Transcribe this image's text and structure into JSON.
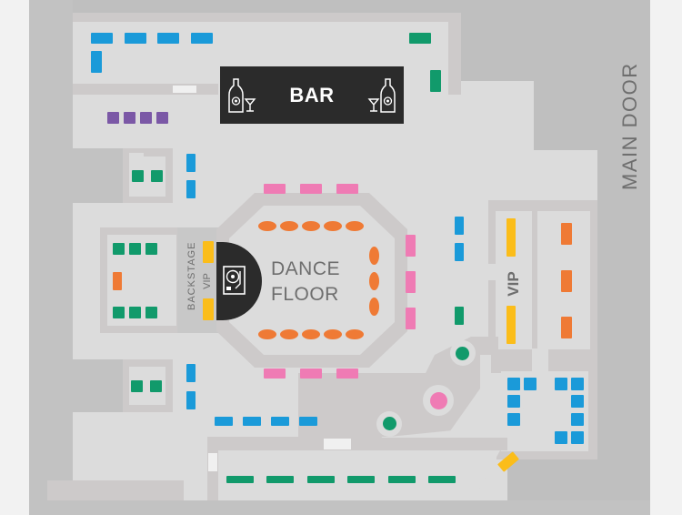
{
  "map": {
    "labels": {
      "bar": "BAR",
      "dance_floor_line1": "DANCE",
      "dance_floor_line2": "FLOOR",
      "backstage": "BACKSTAGE",
      "backstage_vip": "VIP",
      "vip": "VIP",
      "main_door": "MAIN DOOR"
    },
    "icons": {
      "bar_left": "champagne-bottle-glass-icon",
      "bar_right": "champagne-bottle-glass-icon",
      "dj": "turntable-icon"
    },
    "colors": {
      "outer": "#bfbfbf",
      "floor": "#dcdcdc",
      "wall": "#cdcaca",
      "bar": "#2b2b2b",
      "blue": "#1a9ad9",
      "green": "#119a6b",
      "purple": "#7b58a6",
      "pink": "#ef7bb4",
      "orange": "#ef7a35",
      "yellow": "#fbbd1a",
      "text": "#6e6e6e"
    }
  }
}
